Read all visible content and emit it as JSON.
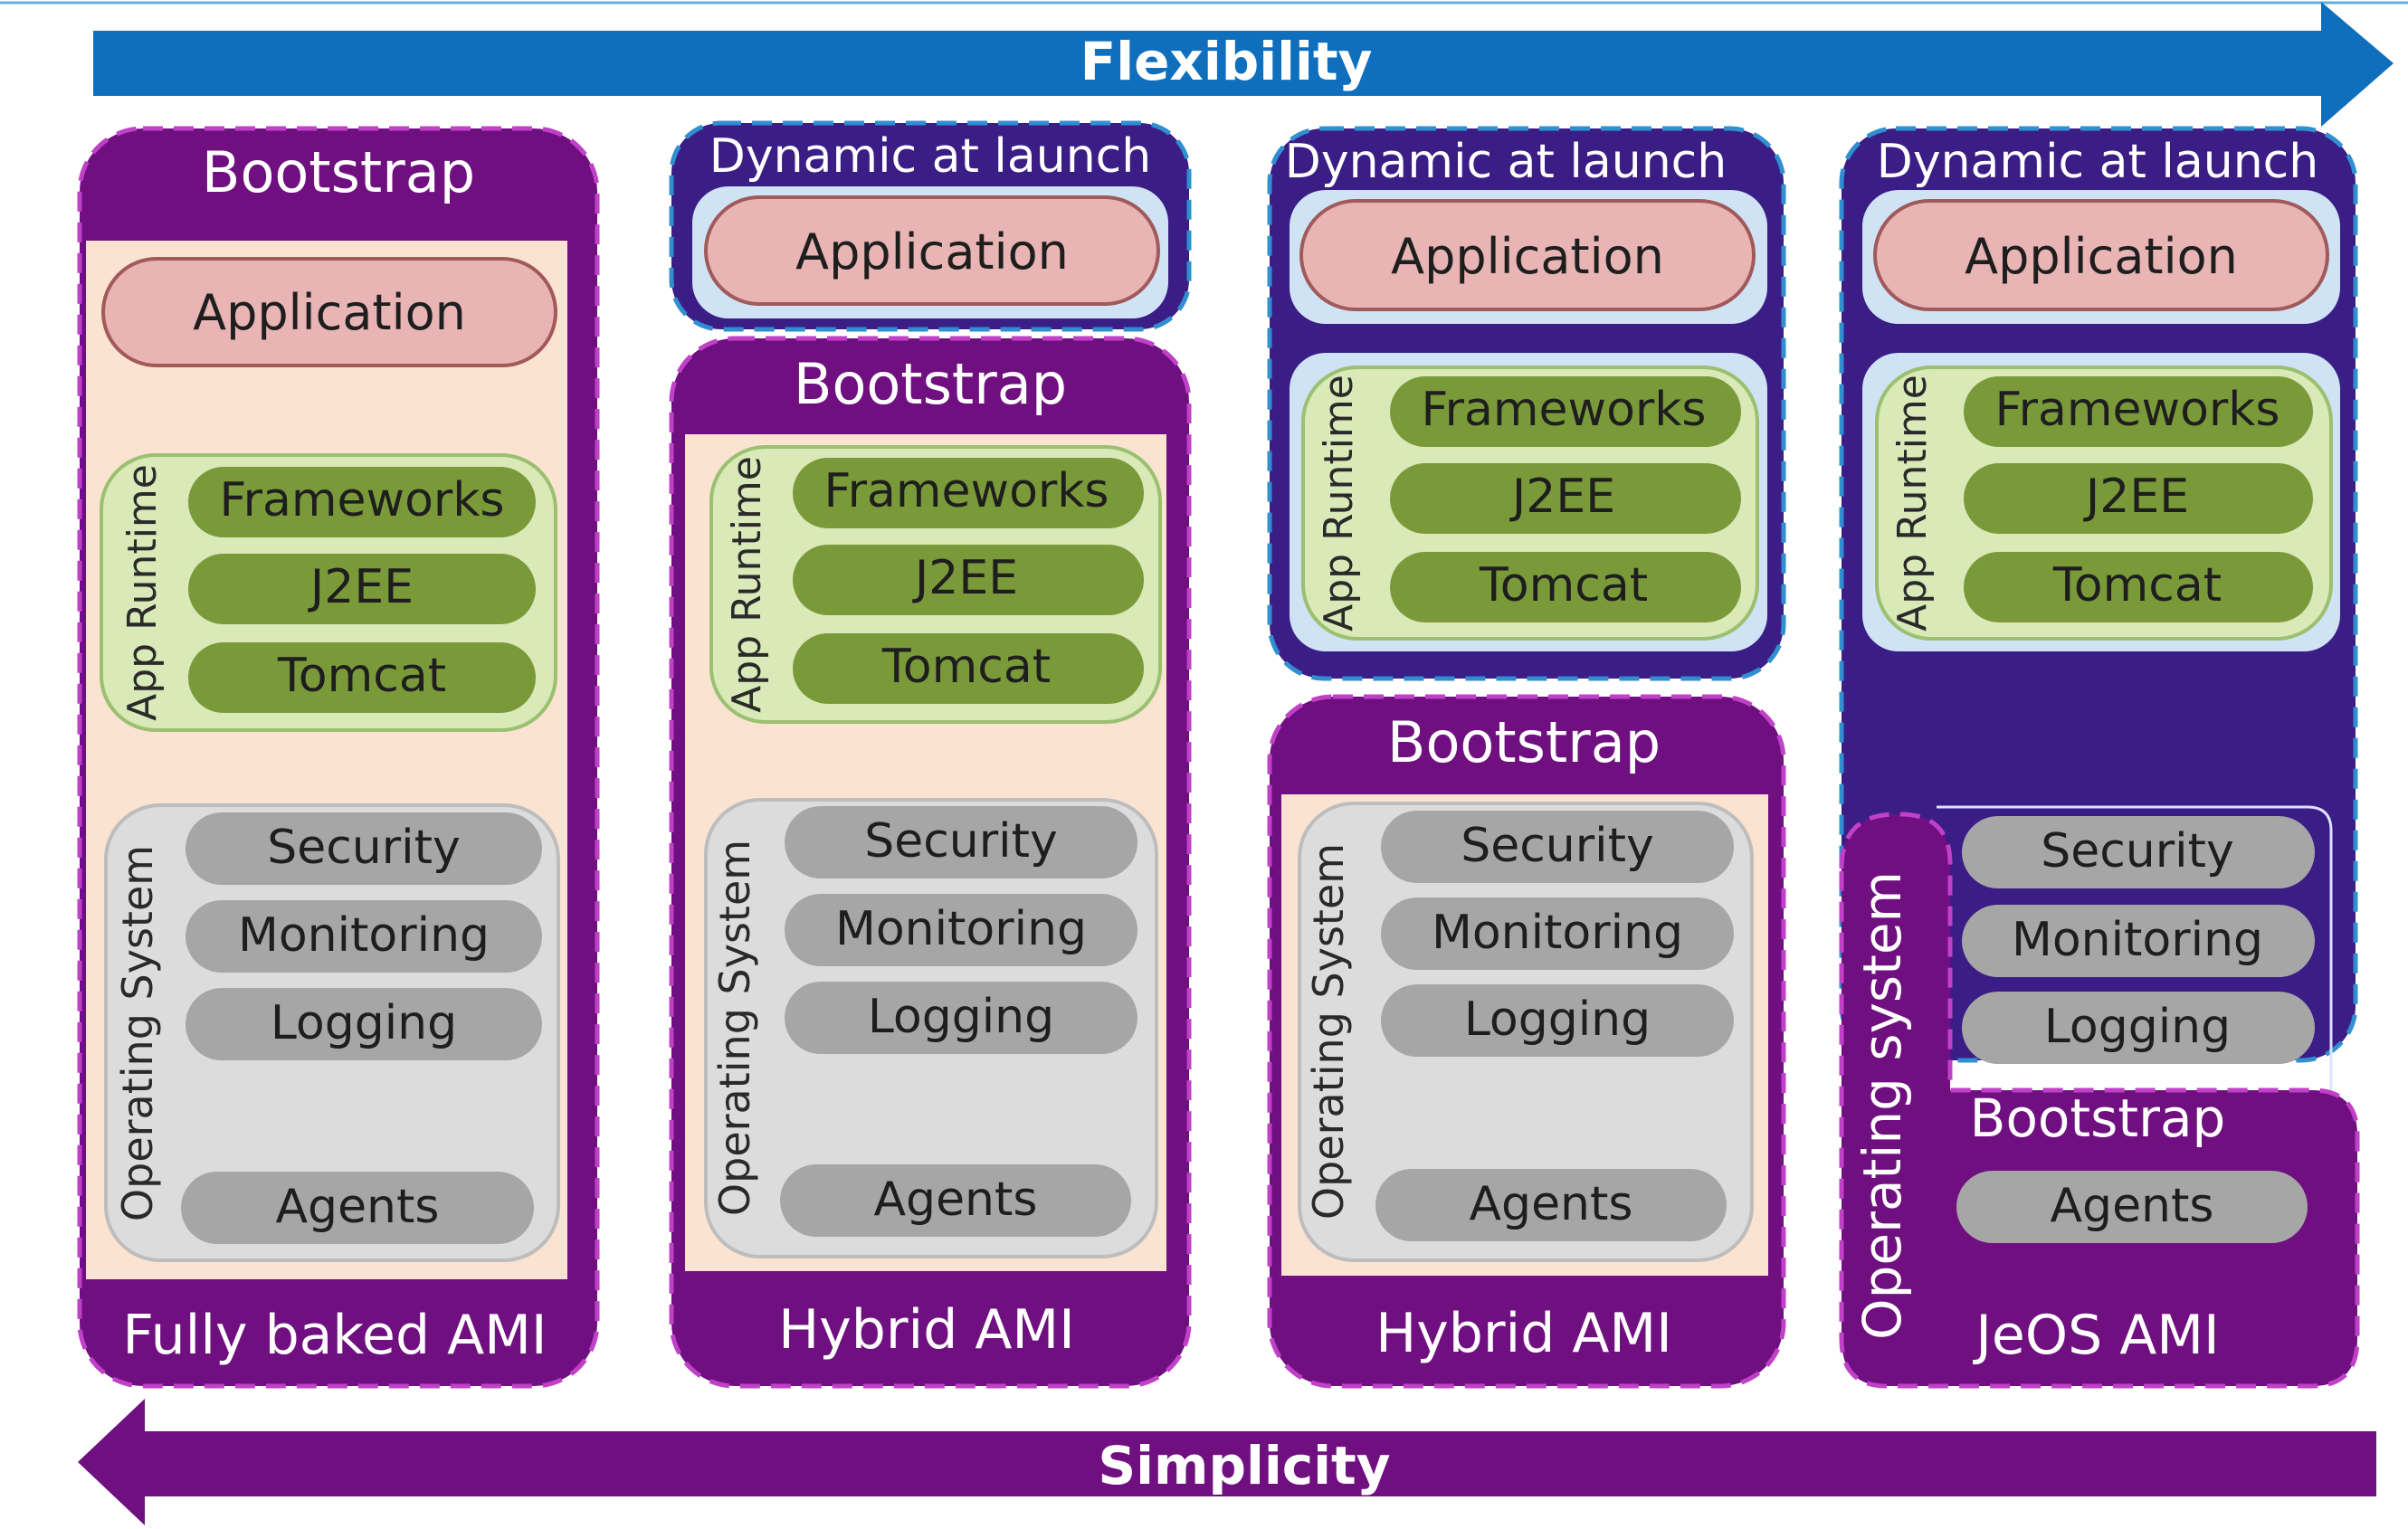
{
  "arrows": {
    "flexibility": "Flexibility",
    "simplicity": "Simplicity"
  },
  "colors": {
    "purple": "#6f0f80",
    "navy": "#3b1d86",
    "blue_arrow": "#0f6fbd",
    "pink_pill": "#e8b4b4",
    "green_pill": "#7a9a3a",
    "green_group": "#d9e9b8",
    "gray_pill": "#a6a6a6",
    "gray_group": "#dcdcdc",
    "peach_bg": "#fbe3d2"
  },
  "columns": [
    {
      "footer": "Fully baked AMI",
      "bootstrap": "Bootstrap",
      "application": "Application",
      "app_runtime_label": "App Runtime",
      "app_runtime": [
        "Frameworks",
        "J2EE",
        "Tomcat"
      ],
      "os_label": "Operating System",
      "os": [
        "Security",
        "Monitoring",
        "Logging"
      ],
      "agents": "Agents"
    },
    {
      "footer": "Hybrid AMI",
      "dynamic": "Dynamic at launch",
      "application": "Application",
      "bootstrap": "Bootstrap",
      "app_runtime_label": "App Runtime",
      "app_runtime": [
        "Frameworks",
        "J2EE",
        "Tomcat"
      ],
      "os_label": "Operating System",
      "os": [
        "Security",
        "Monitoring",
        "Logging"
      ],
      "agents": "Agents"
    },
    {
      "footer": "Hybrid AMI",
      "dynamic": "Dynamic at launch",
      "application": "Application",
      "app_runtime_label": "App Runtime",
      "app_runtime": [
        "Frameworks",
        "J2EE",
        "Tomcat"
      ],
      "bootstrap": "Bootstrap",
      "os_label": "Operating System",
      "os": [
        "Security",
        "Monitoring",
        "Logging"
      ],
      "agents": "Agents"
    },
    {
      "footer": "JeOS AMI",
      "dynamic": "Dynamic at launch",
      "application": "Application",
      "app_runtime_label": "App Runtime",
      "app_runtime": [
        "Frameworks",
        "J2EE",
        "Tomcat"
      ],
      "os_label": "Operating system",
      "os": [
        "Security",
        "Monitoring",
        "Logging"
      ],
      "bootstrap": "Bootstrap",
      "agents": "Agents"
    }
  ]
}
